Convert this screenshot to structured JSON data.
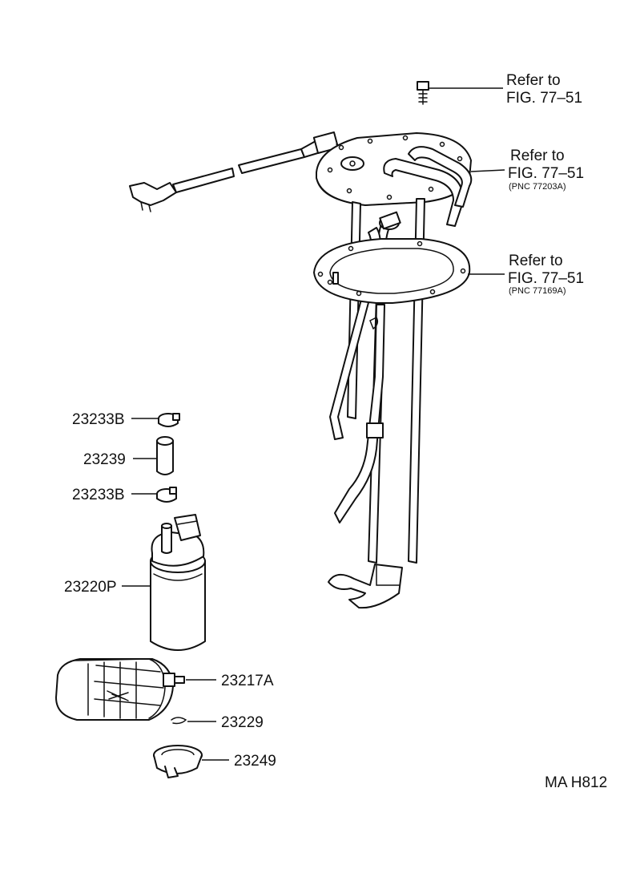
{
  "refs": [
    {
      "id": "ref1",
      "line1": "Refer to",
      "line2": "FIG. 77–51",
      "pnc": ""
    },
    {
      "id": "ref2",
      "line1": "Refer to",
      "line2": "FIG. 77–51",
      "pnc": "(PNC 77203A)"
    },
    {
      "id": "ref3",
      "line1": "Refer to",
      "line2": "FIG. 77–51",
      "pnc": "(PNC 77169A)"
    }
  ],
  "parts": [
    {
      "id": "clamp-upper",
      "number": "23233B"
    },
    {
      "id": "hose",
      "number": "23239"
    },
    {
      "id": "clamp-lower",
      "number": "23233B"
    },
    {
      "id": "fuel-pump",
      "number": "23220P"
    },
    {
      "id": "filter",
      "number": "23217A"
    },
    {
      "id": "clip",
      "number": "23229"
    },
    {
      "id": "cushion",
      "number": "23249"
    }
  ],
  "diagram_code": "MA H812"
}
